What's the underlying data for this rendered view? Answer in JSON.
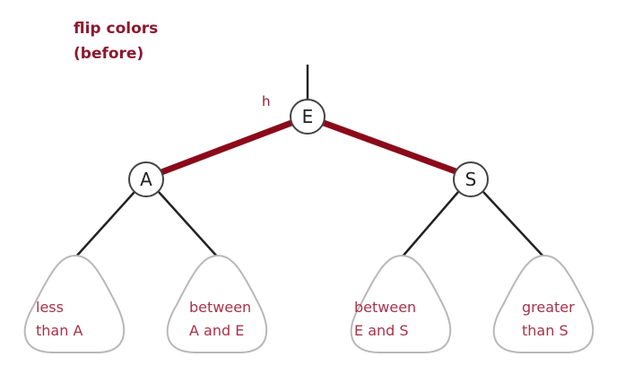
{
  "title": {
    "line1": "flip colors",
    "line2": "(before)"
  },
  "colors": {
    "red_link": "#8b0a1a",
    "black_link": "#222222",
    "label_text": "#a8324a",
    "title_text": "#8b1a2e"
  },
  "pointer_label": "h",
  "nodes": {
    "root": {
      "key": "E"
    },
    "left": {
      "key": "A"
    },
    "right": {
      "key": "S"
    }
  },
  "links": [
    {
      "from": "E",
      "to": "A",
      "color": "red"
    },
    {
      "from": "E",
      "to": "S",
      "color": "red"
    },
    {
      "from": "A",
      "to": "subtree1",
      "color": "black"
    },
    {
      "from": "A",
      "to": "subtree2",
      "color": "black"
    },
    {
      "from": "S",
      "to": "subtree3",
      "color": "black"
    },
    {
      "from": "S",
      "to": "subtree4",
      "color": "black"
    }
  ],
  "subtrees": [
    {
      "line1": "less",
      "line2": "than A"
    },
    {
      "line1": "between",
      "line2": "A and E"
    },
    {
      "line1": "between",
      "line2": "E and S"
    },
    {
      "line1": "greater",
      "line2": "than S"
    }
  ]
}
